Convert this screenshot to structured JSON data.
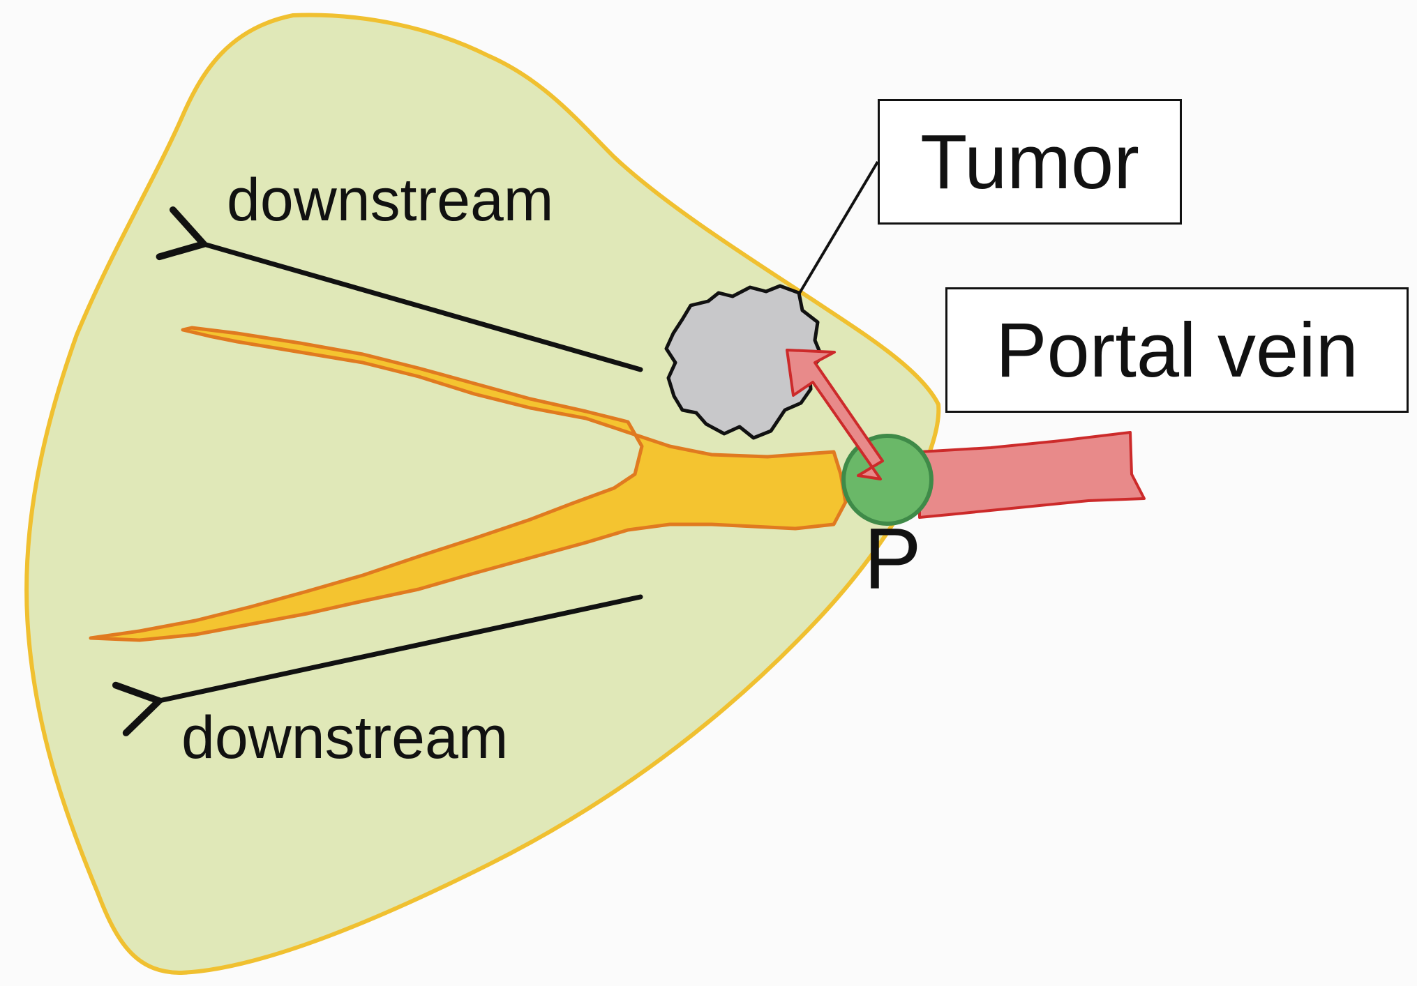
{
  "labels": {
    "tumor": "Tumor",
    "portal_vein": "Portal vein",
    "downstream_top": "downstream",
    "downstream_bottom": "downstream",
    "portal_marker": "P"
  },
  "colors": {
    "liver_fill": "#e0e8b8",
    "liver_outline": "#f0c030",
    "vessel_fill": "#f4c430",
    "vessel_outline": "#e07a20",
    "portal_vein_fill": "#e88a8a",
    "portal_vein_outline": "#cc2a2a",
    "portal_node_fill": "#6ab868",
    "portal_node_outline": "#3f8a48",
    "tumor_fill": "#c8c8ca",
    "tumor_outline": "#111111",
    "arrow": "#111111"
  }
}
